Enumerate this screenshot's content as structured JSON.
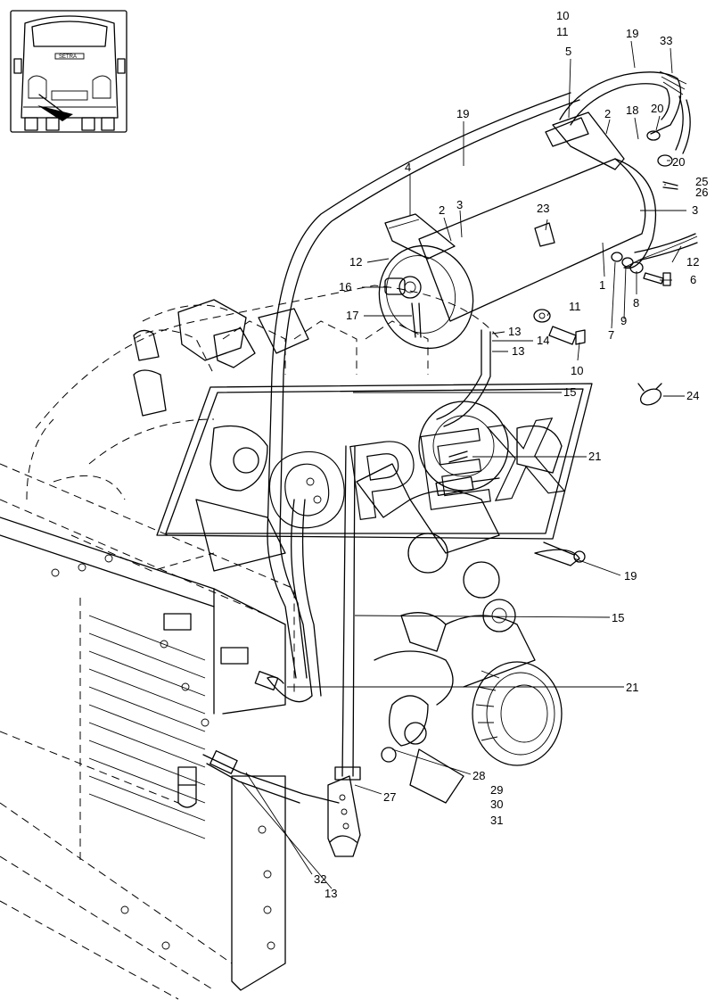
{
  "watermark": "OPEX",
  "inset_badge_text": "SETRA",
  "callouts": [
    {
      "label": "10"
    },
    {
      "label": "11"
    },
    {
      "label": "19"
    },
    {
      "label": "33"
    },
    {
      "label": "5"
    },
    {
      "label": "19"
    },
    {
      "label": "2"
    },
    {
      "label": "18"
    },
    {
      "label": "20"
    },
    {
      "label": "20"
    },
    {
      "label": "25"
    },
    {
      "label": "26"
    },
    {
      "label": "4"
    },
    {
      "label": "2"
    },
    {
      "label": "3"
    },
    {
      "label": "23"
    },
    {
      "label": "3"
    },
    {
      "label": "12"
    },
    {
      "label": "12"
    },
    {
      "label": "16"
    },
    {
      "label": "1"
    },
    {
      "label": "6"
    },
    {
      "label": "8"
    },
    {
      "label": "9"
    },
    {
      "label": "7"
    },
    {
      "label": "17"
    },
    {
      "label": "11"
    },
    {
      "label": "13"
    },
    {
      "label": "14"
    },
    {
      "label": "13"
    },
    {
      "label": "10"
    },
    {
      "label": "15"
    },
    {
      "label": "24"
    },
    {
      "label": "21"
    },
    {
      "label": "19"
    },
    {
      "label": "15"
    },
    {
      "label": "21"
    },
    {
      "label": "28"
    },
    {
      "label": "29"
    },
    {
      "label": "30"
    },
    {
      "label": "31"
    },
    {
      "label": "27"
    },
    {
      "label": "32"
    },
    {
      "label": "13"
    }
  ]
}
